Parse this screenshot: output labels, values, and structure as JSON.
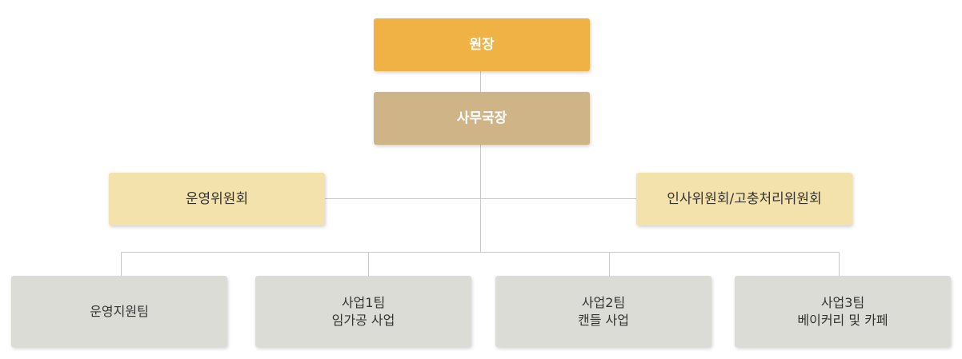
{
  "org": {
    "director": "원장",
    "secretary_general": "사무국장",
    "committee_left": "운영위원회",
    "committee_right": "인사위원회/고충처리위원회",
    "teams": [
      {
        "line1": "운영지원팀",
        "line2": ""
      },
      {
        "line1": "사업1팀",
        "line2": "임가공 사업"
      },
      {
        "line1": "사업2팀",
        "line2": "캔들 사업"
      },
      {
        "line1": "사업3팀",
        "line2": "베이커리 및 카페"
      }
    ]
  },
  "colors": {
    "director": "#f0b244",
    "secretary_general": "#cfb488",
    "committee": "#f4e2ad",
    "team": "#dcdcd7",
    "connector": "#c9c9c9"
  }
}
